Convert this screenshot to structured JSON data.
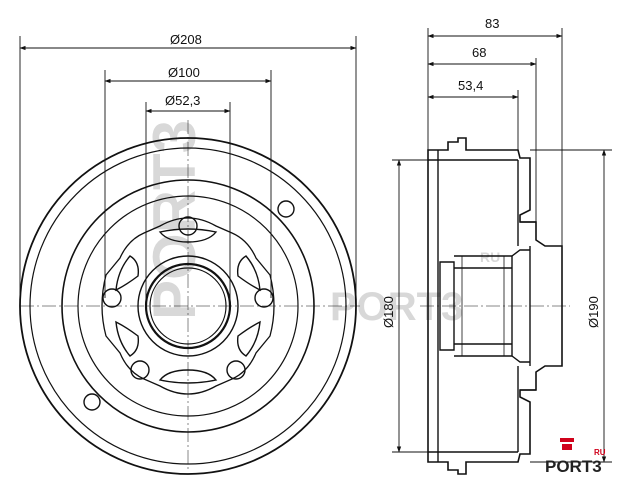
{
  "dimensions": {
    "d208": "Ø208",
    "d100": "Ø100",
    "d52": "Ø52,3",
    "w83": "83",
    "w68": "68",
    "w53": "53,4",
    "h180": "Ø180",
    "h190": "Ø190"
  },
  "watermark": {
    "text": "PORT3",
    "suffix": "RU"
  },
  "logo": {
    "text": "PORT3",
    "suffix": "RU",
    "accent_color": "#d0021b"
  }
}
